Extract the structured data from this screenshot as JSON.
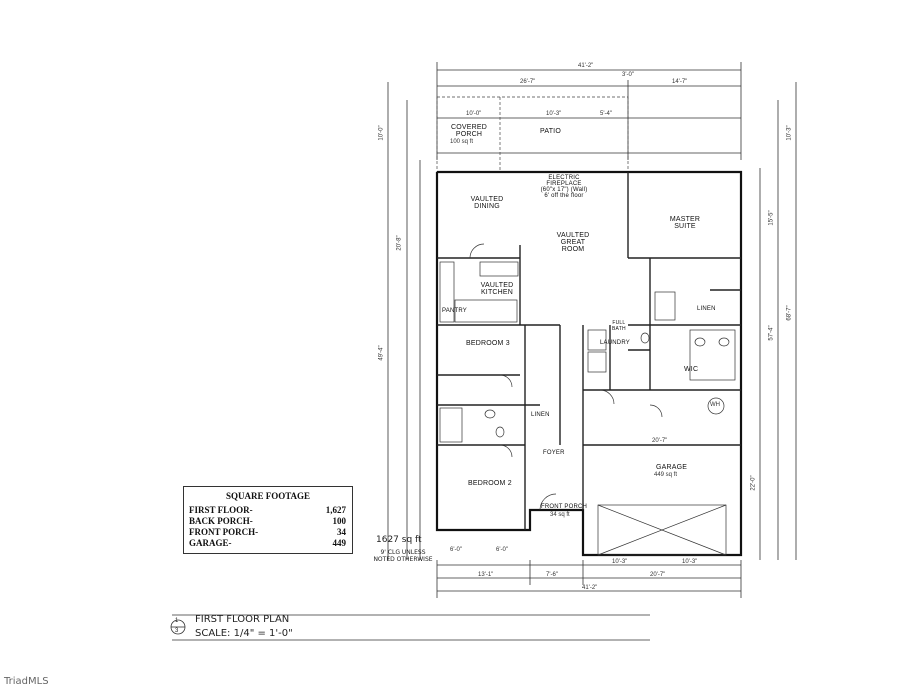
{
  "rooms": {
    "covered_porch": "COVERED\nPORCH",
    "covered_porch_area": "100 sq ft",
    "patio": "PATIO",
    "fireplace": "ELECTRIC\nFIREPLACE\n(60\"x 17\") (Wall)\n6' off the floor",
    "vaulted_dining": "VAULTED\nDINING",
    "vaulted_great_room": "VAULTED\nGREAT\nROOM",
    "master_suite": "MASTER\nSUITE",
    "vaulted_kitchen": "VAULTED\nKITCHEN",
    "pantry": "PANTRY",
    "linen_master": "LINEN",
    "bedroom3": "BEDROOM 3",
    "laundry": "LAUNDRY",
    "full_bath": "FULL\nBATH",
    "wic": "WIC",
    "linen_hall": "LINEN",
    "foyer": "FOYER",
    "bedroom2": "BEDROOM 2",
    "front_porch": "FRONT PORCH",
    "front_porch_area": "34 sq ft",
    "garage": "GARAGE",
    "garage_area": "449 sq ft",
    "wh": "WH"
  },
  "dims": {
    "top_overall": "41'-2\"",
    "top_left": "26'-7\"",
    "top_right": "14'-7\"",
    "top_mid": "3'-0\"",
    "porch_a": "10'-0\"",
    "porch_b": "10'-3\"",
    "porch_c": "5'-4\"",
    "left_top": "10'-0\"",
    "left_mid": "20'-8\"",
    "left_overall": "49'-4\"",
    "right_overall": "68'-7\"",
    "right_mid": "57'-4\"",
    "right_top": "10'-3\"",
    "right_upper": "15'-5\"",
    "right_garage": "22'-0\"",
    "bottom_overall": "41'-2\"",
    "bottom_left": "13'-1\"",
    "bottom_mid": "7'-6\"",
    "bottom_right": "20'-7\"",
    "garage_width": "20'-7\"",
    "garage_door_l": "10'-3\"",
    "garage_door_r": "10'-3\"",
    "porch_width_l": "6'-0\"",
    "porch_width_r": "6'-0\""
  },
  "notes": {
    "sqft": "1627 sq ft",
    "clg": "9' CLG UNLESS\nNOTED OTHERWISE"
  },
  "square_footage": {
    "title": "SQUARE FOOTAGE",
    "rows": [
      {
        "label": "FIRST FLOOR-",
        "value": "1,627"
      },
      {
        "label": "BACK PORCH-",
        "value": "100"
      },
      {
        "label": "FRONT PORCH-",
        "value": "34"
      },
      {
        "label": "GARAGE-",
        "value": "449"
      }
    ]
  },
  "title_block": {
    "sheet_top": "1",
    "sheet_bottom": "3",
    "title": "FIRST FLOOR PLAN",
    "scale": "SCALE: 1/4\" = 1'-0\""
  },
  "watermark": "TriadMLS"
}
